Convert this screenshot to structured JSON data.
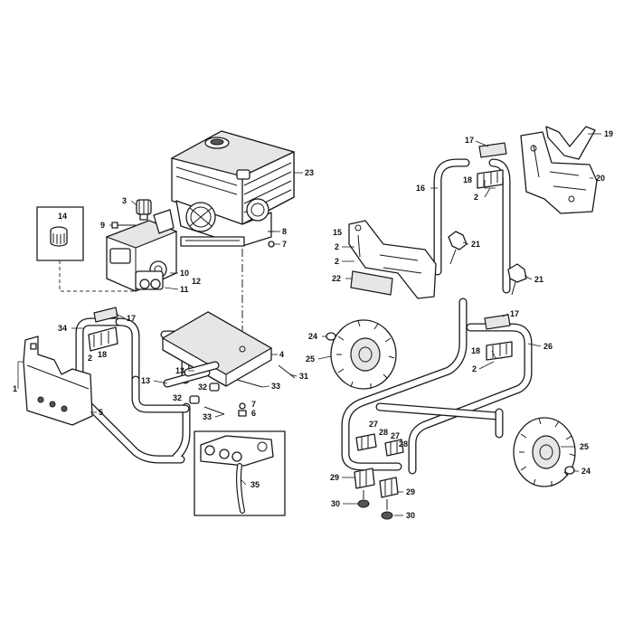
{
  "callouts": [
    {
      "id": "c23",
      "text": "23"
    },
    {
      "id": "c3",
      "text": "3"
    },
    {
      "id": "c9",
      "text": "9"
    },
    {
      "id": "c14",
      "text": "14"
    },
    {
      "id": "c8",
      "text": "8"
    },
    {
      "id": "c7a",
      "text": "7"
    },
    {
      "id": "c10",
      "text": "10"
    },
    {
      "id": "c12",
      "text": "12"
    },
    {
      "id": "c11",
      "text": "11"
    },
    {
      "id": "c34",
      "text": "34"
    },
    {
      "id": "c17a",
      "text": "17"
    },
    {
      "id": "c2a",
      "text": "2"
    },
    {
      "id": "c18a",
      "text": "18"
    },
    {
      "id": "c4",
      "text": "4"
    },
    {
      "id": "c13a",
      "text": "13"
    },
    {
      "id": "c13b",
      "text": "13"
    },
    {
      "id": "c31",
      "text": "31"
    },
    {
      "id": "c1",
      "text": "1"
    },
    {
      "id": "c32",
      "text": "32"
    },
    {
      "id": "c33a",
      "text": "33"
    },
    {
      "id": "c32b",
      "text": "32"
    },
    {
      "id": "c7b",
      "text": "7"
    },
    {
      "id": "c6",
      "text": "6"
    },
    {
      "id": "c5",
      "text": "5"
    },
    {
      "id": "c33b",
      "text": "33"
    },
    {
      "id": "c35",
      "text": "35"
    },
    {
      "id": "c17b",
      "text": "17"
    },
    {
      "id": "c19",
      "text": "19"
    },
    {
      "id": "c16",
      "text": "16"
    },
    {
      "id": "c18b",
      "text": "18"
    },
    {
      "id": "c20",
      "text": "20"
    },
    {
      "id": "c2b",
      "text": "2"
    },
    {
      "id": "c15",
      "text": "15"
    },
    {
      "id": "c2c",
      "text": "2"
    },
    {
      "id": "c2d",
      "text": "2"
    },
    {
      "id": "c21a",
      "text": "21"
    },
    {
      "id": "c22",
      "text": "22"
    },
    {
      "id": "c21b",
      "text": "21"
    },
    {
      "id": "c17c",
      "text": "17"
    },
    {
      "id": "c24a",
      "text": "24"
    },
    {
      "id": "c26",
      "text": "26"
    },
    {
      "id": "c25a",
      "text": "25"
    },
    {
      "id": "c18c",
      "text": "18"
    },
    {
      "id": "c2e",
      "text": "2"
    },
    {
      "id": "c27a",
      "text": "27"
    },
    {
      "id": "c28a",
      "text": "28"
    },
    {
      "id": "c27b",
      "text": "27"
    },
    {
      "id": "c28b",
      "text": "28"
    },
    {
      "id": "c25b",
      "text": "25"
    },
    {
      "id": "c24b",
      "text": "24"
    },
    {
      "id": "c29a",
      "text": "29"
    },
    {
      "id": "c29b",
      "text": "29"
    },
    {
      "id": "c30a",
      "text": "30"
    },
    {
      "id": "c30b",
      "text": "30"
    }
  ]
}
